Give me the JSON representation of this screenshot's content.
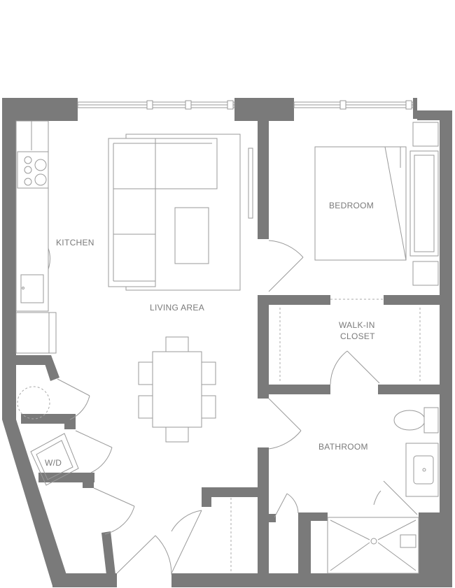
{
  "rooms": {
    "kitchen": "KITCHEN",
    "living_area": "LIVING AREA",
    "bedroom": "BEDROOM",
    "walk_in_closet_line1": "WALK-IN",
    "walk_in_closet_line2": "CLOSET",
    "bathroom": "BATHROOM",
    "washer_dryer": "W/D"
  },
  "colors": {
    "wall": "#7a7a7a",
    "fixture_line": "#9a9a9a",
    "label": "#7a7a7a",
    "background": "#ffffff"
  }
}
